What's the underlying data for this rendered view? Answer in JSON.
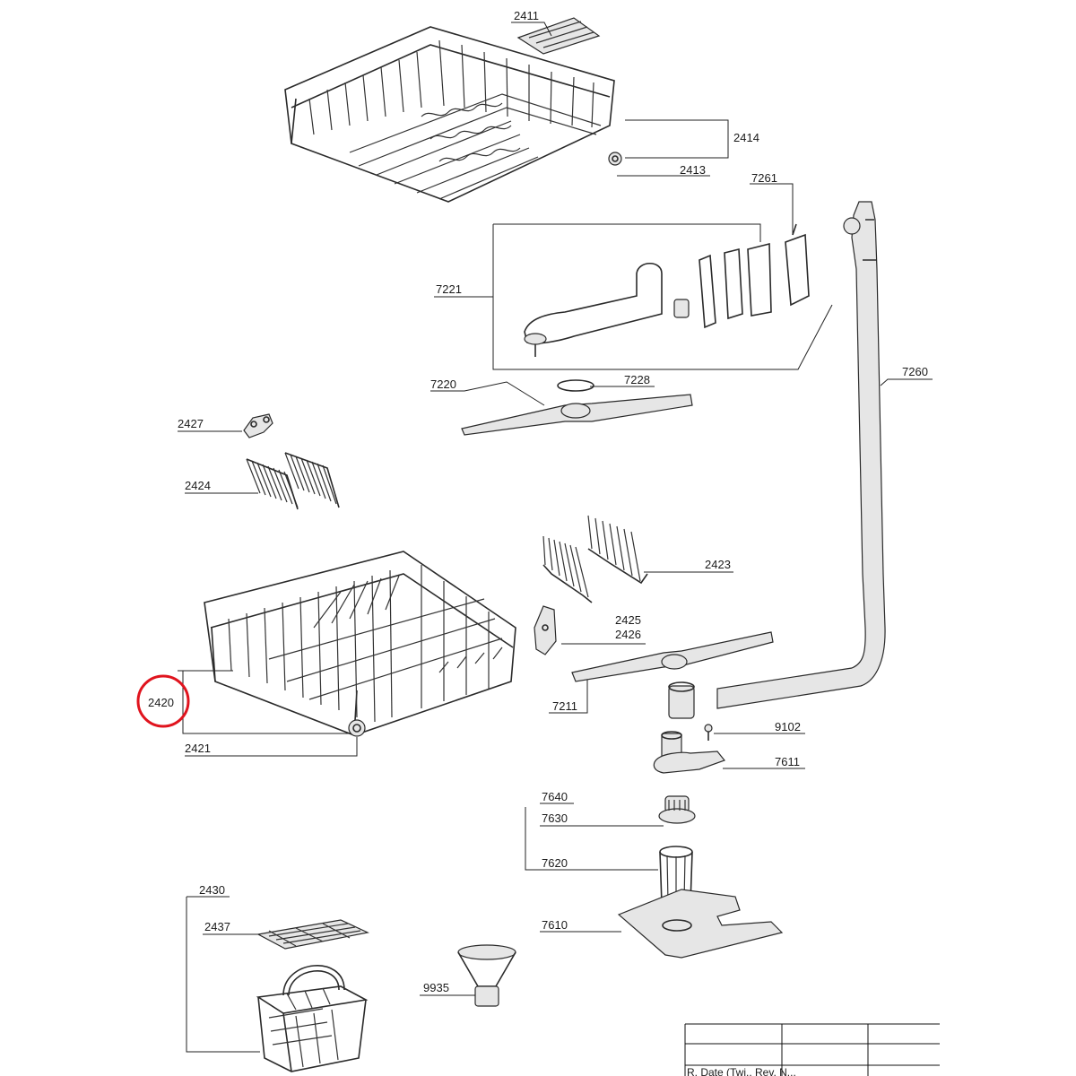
{
  "labels": {
    "p2411": "2411",
    "p2414": "2414",
    "p2413": "2413",
    "p7261": "7261",
    "p7221": "7221",
    "p7220": "7220",
    "p7228": "7228",
    "p7260": "7260",
    "p2427": "2427",
    "p2424": "2424",
    "p2423": "2423",
    "p2425": "2425",
    "p2426": "2426",
    "p7211": "7211",
    "p2420": "2420",
    "p2421": "2421",
    "p9102": "9102",
    "p7611": "7611",
    "p7640": "7640",
    "p7630": "7630",
    "p7620": "7620",
    "p7610": "7610",
    "p2430": "2430",
    "p2437": "2437",
    "p9935": "9935"
  },
  "table": {
    "footer_text": "R. Date (Twi..   Rev. N..."
  },
  "highlight": {
    "part": "2420",
    "color": "#e0141e"
  }
}
